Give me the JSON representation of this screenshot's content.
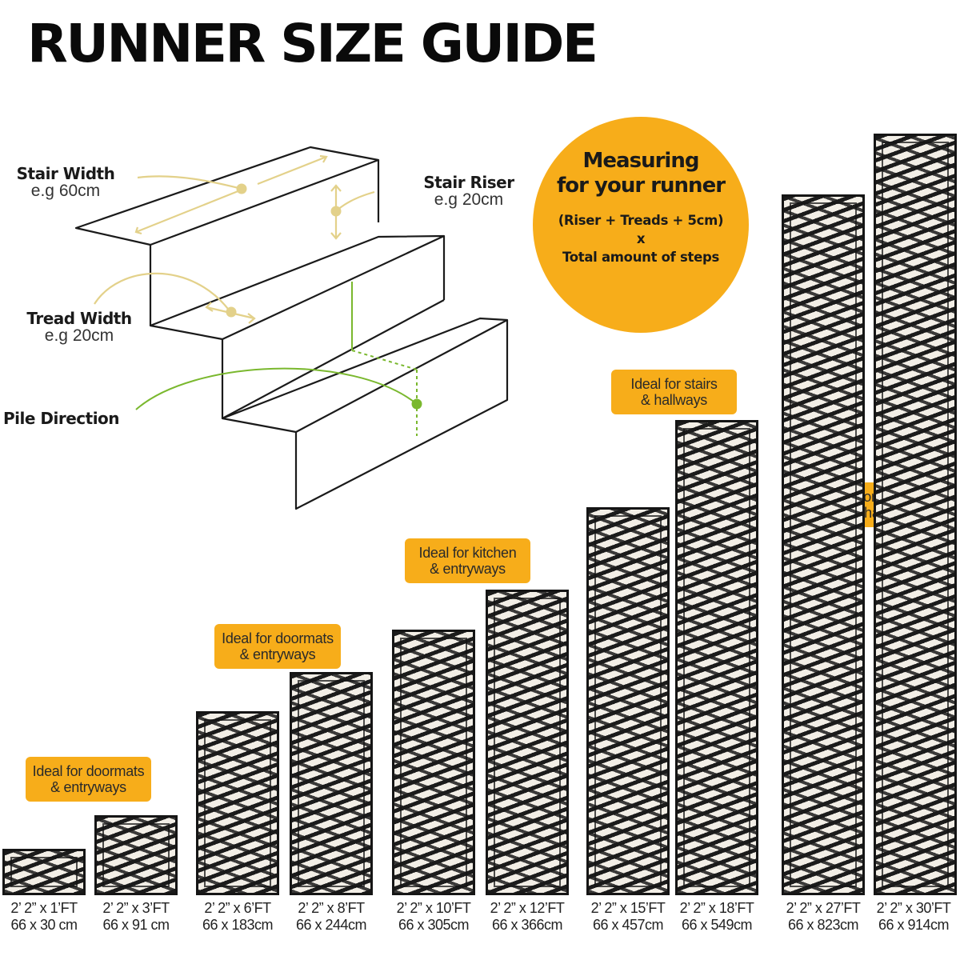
{
  "title": "RUNNER SIZE GUIDE",
  "diagram": {
    "stair_width": {
      "label": "Stair Width",
      "example": "e.g 60cm"
    },
    "stair_riser": {
      "label": "Stair Riser",
      "example": "e.g 20cm"
    },
    "tread_width": {
      "label": "Tread Width",
      "example": "e.g 20cm"
    },
    "pile_direction": {
      "label": "Pile Direction"
    }
  },
  "measuring": {
    "heading_line1": "Measuring",
    "heading_line2": "for your runner",
    "formula": "(Riser + Treads + 5cm)",
    "times": "x",
    "steps": "Total amount of steps"
  },
  "tags": [
    {
      "line1": "Ideal for doormats",
      "line2": "& entryways"
    },
    {
      "line1": "Ideal for doormats",
      "line2": "& entryways"
    },
    {
      "line1": "Ideal for kitchen",
      "line2": "& entryways"
    },
    {
      "line1": "Ideal for stairs",
      "line2": "& hallways"
    },
    {
      "line1": "Ideal for stairs",
      "line2": "& long hallways"
    }
  ],
  "sizes": [
    {
      "ft": "2’ 2” x 1’FT",
      "cm": "66 x 30 cm"
    },
    {
      "ft": "2’ 2” x 3’FT",
      "cm": "66 x 91 cm"
    },
    {
      "ft": "2’ 2” x 6’FT",
      "cm": "66 x 183cm"
    },
    {
      "ft": "2’ 2” x 8’FT",
      "cm": "66 x 244cm"
    },
    {
      "ft": "2’ 2” x 10’FT",
      "cm": "66 x 305cm"
    },
    {
      "ft": "2’ 2” x 12’FT",
      "cm": "66 x 366cm"
    },
    {
      "ft": "2’ 2” x 15’FT",
      "cm": "66 x 457cm"
    },
    {
      "ft": "2’ 2” x 18’FT",
      "cm": "66 x 549cm"
    },
    {
      "ft": "2’ 2” x 27’FT",
      "cm": "66 x 823cm"
    },
    {
      "ft": "2’ 2” x 30’FT",
      "cm": "66 x 914cm"
    }
  ],
  "colors": {
    "accent": "#f7ad1a",
    "arrow": "#e3d18a",
    "pile": "#7ab82e",
    "line": "#1a1a1a"
  }
}
